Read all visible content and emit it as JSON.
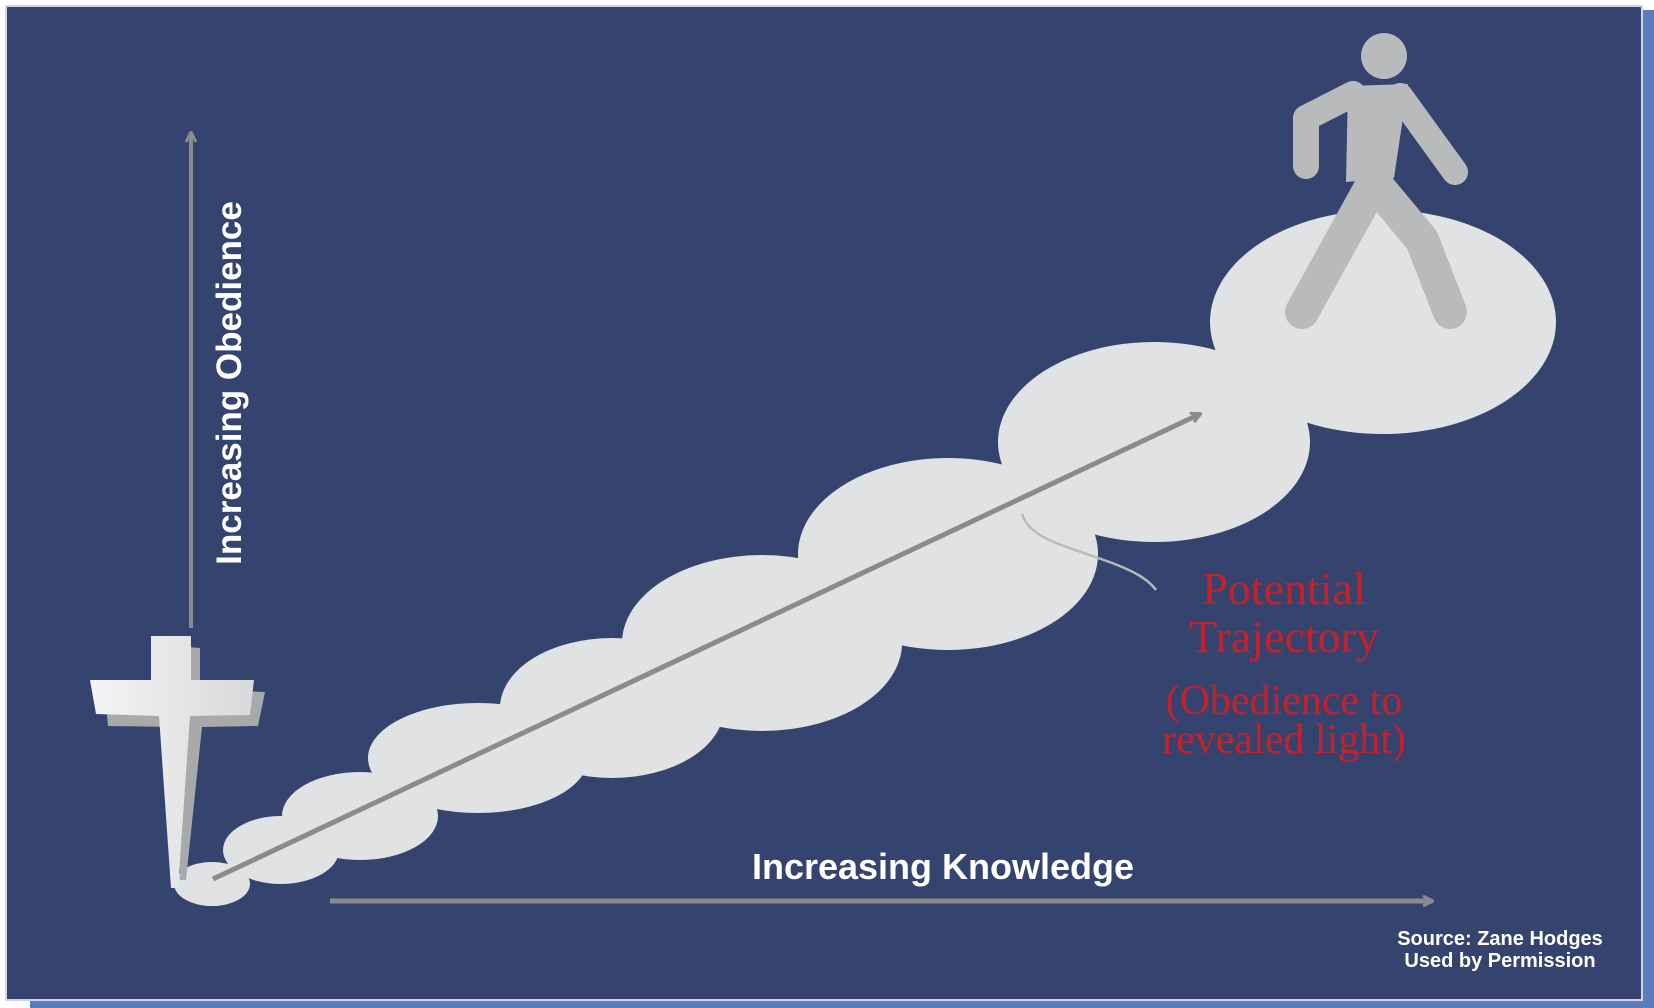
{
  "axes": {
    "y_label": "Increasing Obedience",
    "x_label": "Increasing Knowledge"
  },
  "trajectory": {
    "title_line1": "Potential",
    "title_line2": "Trajectory",
    "subtitle_line1": "(Obedience to",
    "subtitle_line2": "revealed light)"
  },
  "source": {
    "line1": "Source: Zane Hodges",
    "line2": "Used by Permission"
  },
  "icons": {
    "start": "cross-icon",
    "end": "walking-person-icon"
  },
  "colors": {
    "background": "#35436f",
    "border_accent": "#5b7bc0",
    "cloud": "#e1e2e4",
    "figure": "#b9babc",
    "arrow": "#8a8b8d",
    "trajectory_text": "#c8202a",
    "label_text": "#ffffff"
  }
}
